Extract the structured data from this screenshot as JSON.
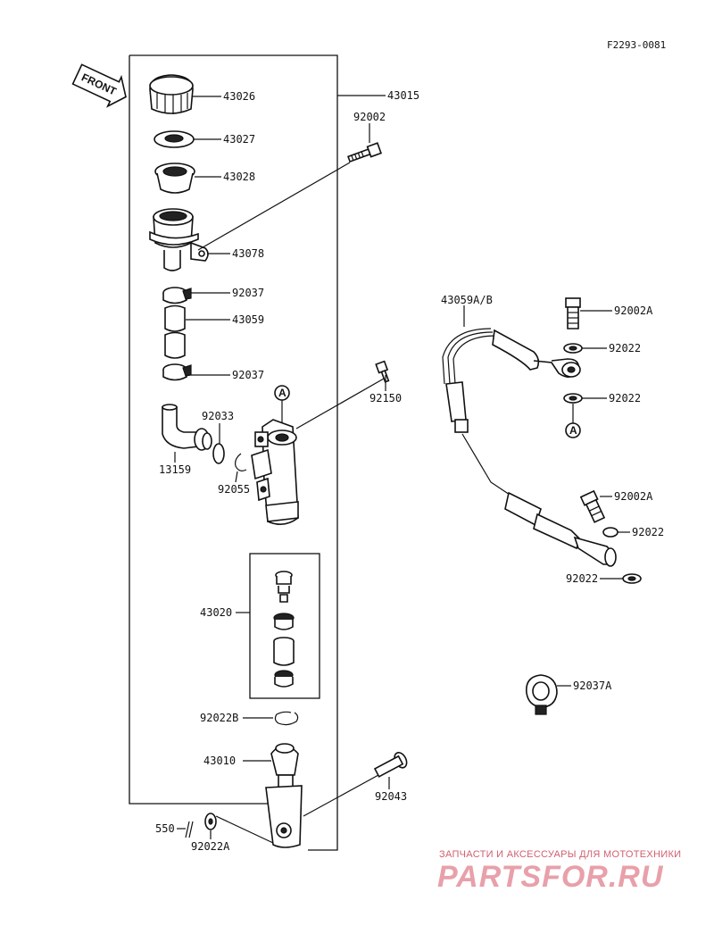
{
  "diagram_code": "F2293-0081",
  "front_label": "FRONT",
  "circle_marker": "A",
  "labels": {
    "p43026": "43026",
    "p43015": "43015",
    "p43027": "43027",
    "p92002": "92002",
    "p43028": "43028",
    "p43078": "43078",
    "p92037a": "92037",
    "p43059": "43059",
    "p92037b": "92037",
    "p92150": "92150",
    "p92033": "92033",
    "p13159": "13159",
    "p92055": "92055",
    "p43020": "43020",
    "p92022B": "92022B",
    "p43010": "43010",
    "p92043": "92043",
    "p550": "550",
    "p92022A": "92022A",
    "p43059AB": "43059A/B",
    "p92002A_1": "92002A",
    "p92022_1": "92022",
    "p92022_2": "92022",
    "p92002A_2": "92002A",
    "p92022_3": "92022",
    "p92022_4": "92022",
    "p92037A": "92037A"
  },
  "watermark": {
    "tagline": "ЗАПЧАСТИ И АКСЕССУАРЫ ДЛЯ МОТОТЕХНИКИ",
    "logo": "PARTSFOR.RU"
  }
}
